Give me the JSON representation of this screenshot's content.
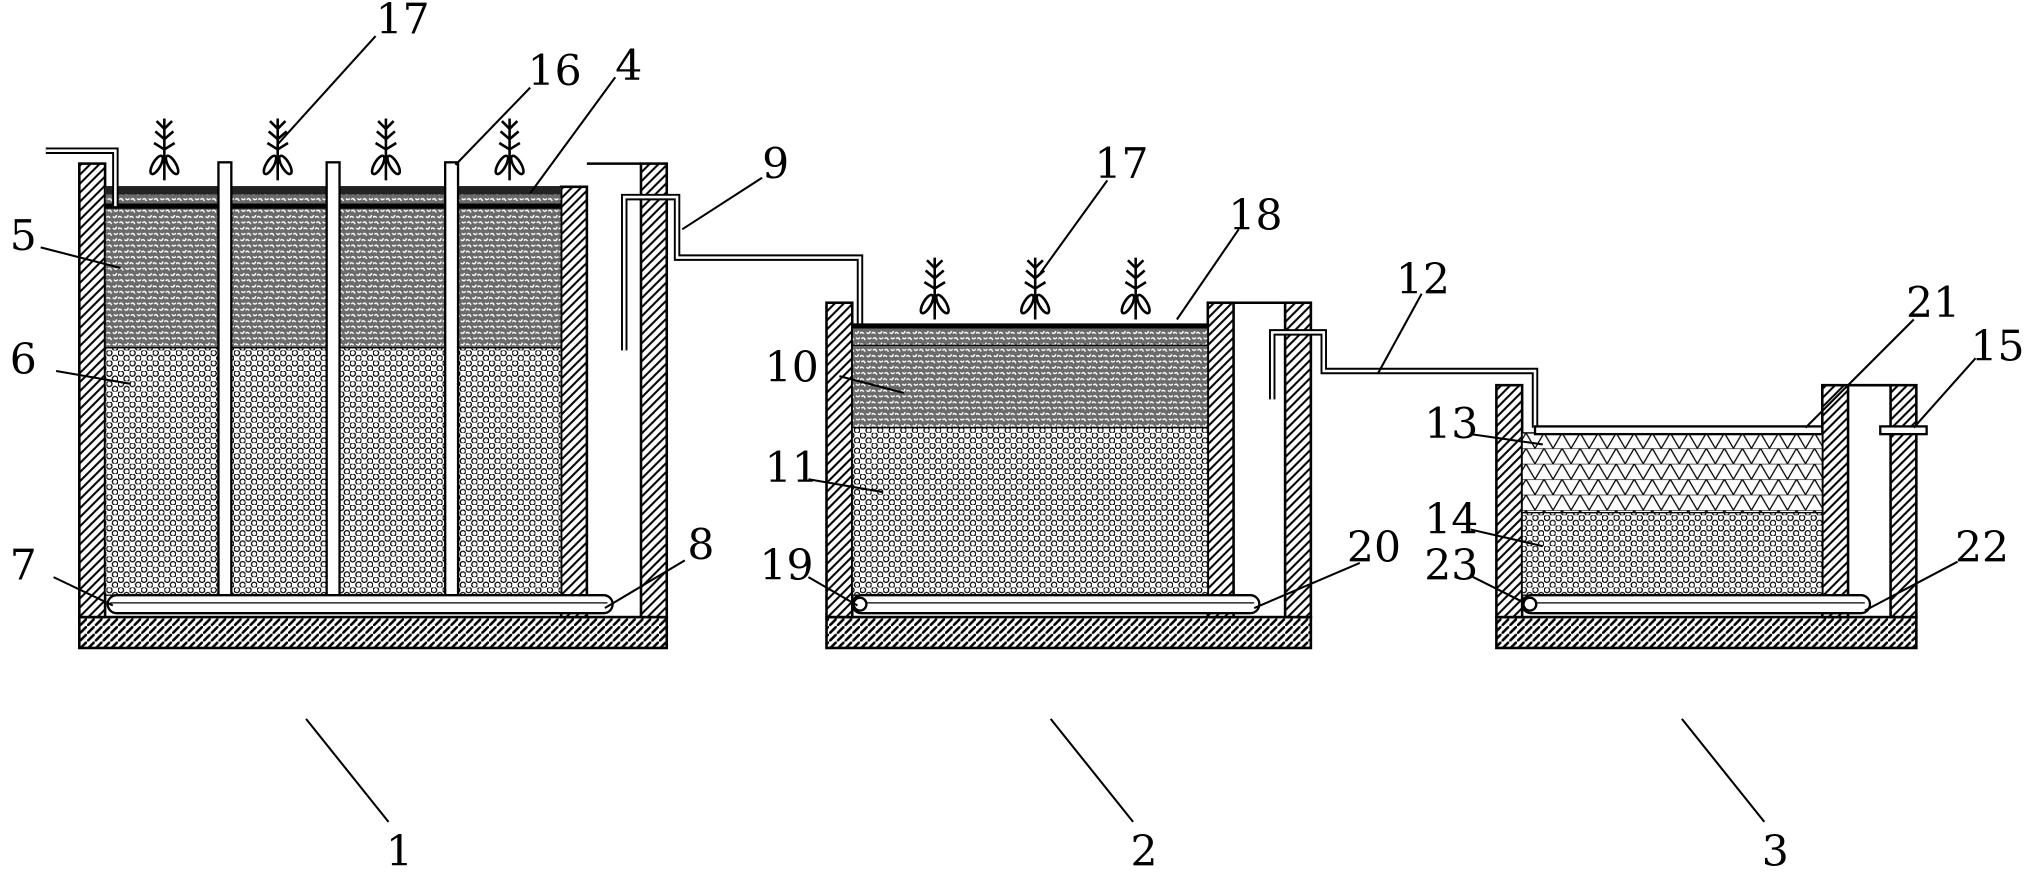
{
  "labels": {
    "l1": "1",
    "l2": "2",
    "l3": "3",
    "l4": "4",
    "l5": "5",
    "l6": "6",
    "l7": "7",
    "l8": "8",
    "l9": "9",
    "l10": "10",
    "l11": "11",
    "l12": "12",
    "l13": "13",
    "l14": "14",
    "l15": "15",
    "l16": "16",
    "l17a": "17",
    "l17b": "17",
    "l18": "18",
    "l19": "19",
    "l20": "20",
    "l21": "21",
    "l22": "22",
    "l23": "23"
  }
}
